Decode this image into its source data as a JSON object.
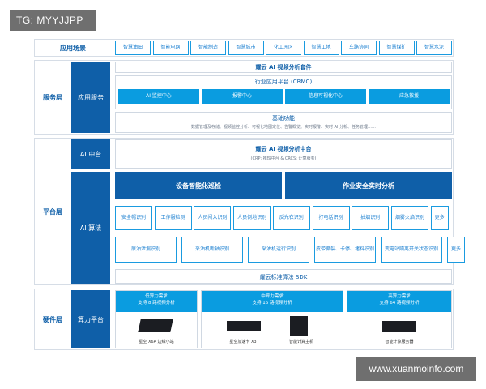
{
  "watermarks": {
    "top": "TG: MYYJJPP",
    "bottom": "www.xuanmoinfo.com"
  },
  "scenarios": {
    "label": "应用场景",
    "items": [
      "智慧油田",
      "智能电网",
      "智能制造",
      "智慧城市",
      "化工园区",
      "智慧工地",
      "车路协同",
      "智慧煤矿",
      "智慧水泥"
    ]
  },
  "service": {
    "layer": "服务层",
    "sub_label": "应用服务",
    "suite_title": "耀云 AI 视频分析套件",
    "platform_title": "行业应用平台 (CRMC)",
    "centers": [
      "AI 监控中心",
      "报警中心",
      "信息可视化中心",
      "应急救援"
    ],
    "basic_title": "基础功能",
    "basic_desc": "数据管理及存储、视频监控分析、可视化地图定位、告警概览、实时报警、实时 AI 分析、任务管理……"
  },
  "platform": {
    "layer": "平台层",
    "ai_center_label": "AI 中台",
    "ai_center_title": "耀云 AI 视频分析中台",
    "ai_center_sub": "(CRP: 推理中台 & CRCS: 计算服务)",
    "algo_label": "AI 算法",
    "group_patrol": "设备智能化巡检",
    "group_safety": "作业安全实时分析",
    "row1": [
      "安全帽识别",
      "工作服检测",
      "人员闯入识别",
      "人员倒地识别",
      "反光衣识别",
      "打电话识别",
      "抽烟识别",
      "烟雾火焰识别",
      "更多"
    ],
    "row2": [
      "原油泄漏识别",
      "采油机断轴识别",
      "采油机运行识别",
      "皮带撕裂、卡停、堵料识别",
      "变电站隔离开关状态识别",
      "更多"
    ],
    "sdk": "耀云标准算法 SDK"
  },
  "hardware": {
    "layer": "硬件层",
    "compute_label": "算力平台",
    "columns": [
      {
        "head1": "低算力需求",
        "head2": "支持 8 路视频分析",
        "devices": [
          "星空 X6A 边缘小站"
        ]
      },
      {
        "head1": "中算力需求",
        "head2": "支持 16 路视频分析",
        "devices": [
          "星空加速卡 X3",
          "智能计算主机"
        ]
      },
      {
        "head1": "高算力需求",
        "head2": "支持 64 路视频分析",
        "devices": [
          "智能计算服务器"
        ]
      }
    ]
  },
  "colors": {
    "dark_blue": "#0f5fa8",
    "mid_blue": "#0a9ce0",
    "light_border": "#1a9be0"
  }
}
